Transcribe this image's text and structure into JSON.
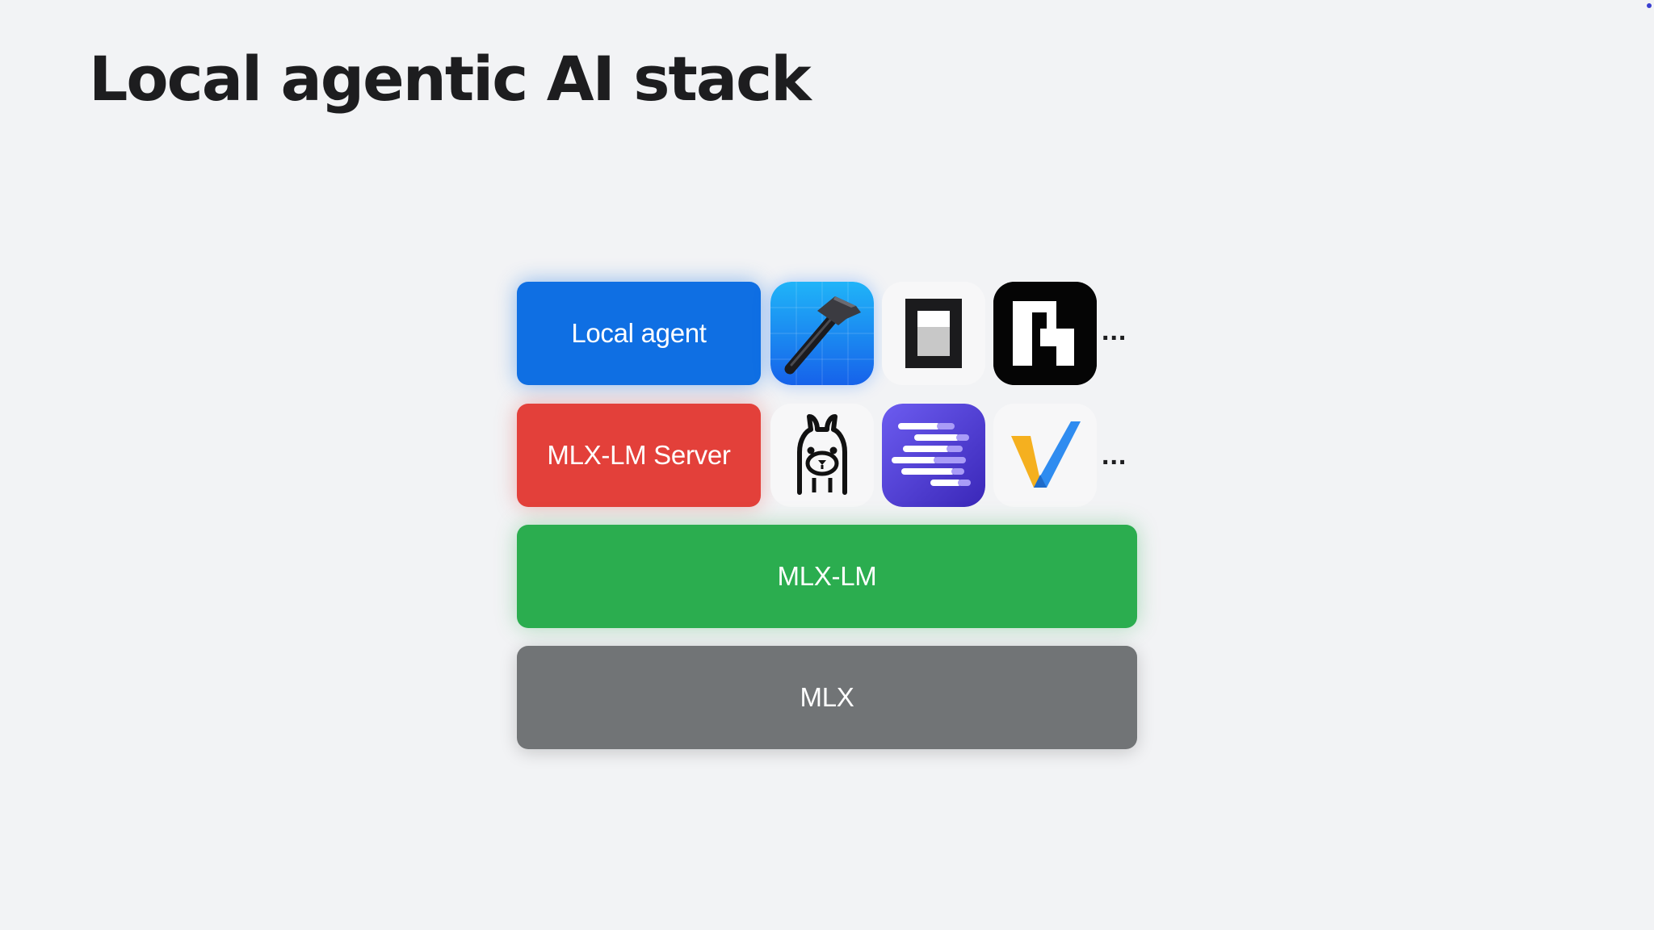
{
  "title": "Local agentic AI stack",
  "layers": {
    "local_agent": "Local agent",
    "mlx_lm_server": "MLX-LM Server",
    "mlx_lm": "MLX-LM",
    "mlx": "MLX"
  },
  "agent_row": {
    "icons": [
      "xcode-hammer-icon",
      "code-terminal-icon",
      "pixel-logo-icon"
    ],
    "more": "..."
  },
  "server_row": {
    "icons": [
      "ollama-llama-icon",
      "text-lines-icon",
      "v-logo-icon"
    ],
    "more": "..."
  },
  "colors": {
    "background": "#f2f3f5",
    "local_agent": "#0f6fe3",
    "mlx_lm_server": "#e3403a",
    "mlx_lm": "#2bad4f",
    "mlx": "#717476"
  }
}
